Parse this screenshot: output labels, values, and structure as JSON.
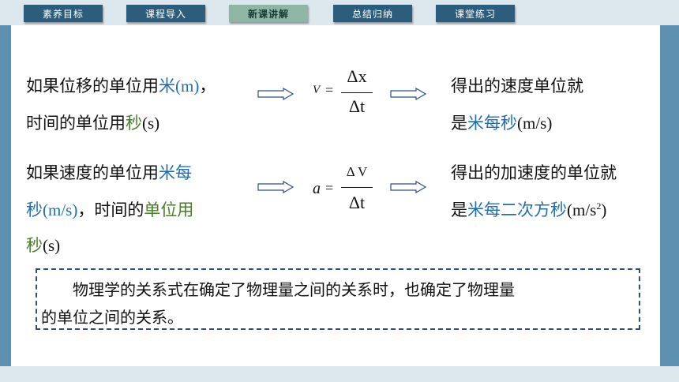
{
  "nav": {
    "tabs": [
      {
        "label": "素养目标"
      },
      {
        "label": "课程导入"
      },
      {
        "label": "新课讲解"
      },
      {
        "label": "总结归纳"
      },
      {
        "label": "课堂练习"
      }
    ]
  },
  "row1": {
    "text_a": "如果位移的单位用",
    "unit_a": "米",
    "unit_a_sym": "(m)",
    "text_a_end": "，",
    "text_b": "时间的单位用",
    "unit_b": "秒",
    "unit_b_sym": "(s)",
    "formula": {
      "lhs": "V",
      "eq": "=",
      "num": "Δx",
      "den": "Δt"
    },
    "result_a": "得出的速度单位就",
    "result_b_prefix": "是",
    "result_b_unit": "米每秒",
    "result_b_sym": "(m/s)"
  },
  "row2": {
    "line1_text": "如果速度的单位用",
    "line1_unit": "米每",
    "line2_unit": "秒",
    "line2_sym": "(m/s)",
    "line2_text": "，时间的",
    "line2_green": "单位用",
    "line3_unit": "秒",
    "line3_sym": "(s)",
    "formula": {
      "lhs": "a",
      "eq": "=",
      "num": "Δ V",
      "den": "Δt"
    },
    "result_a": "得出的加速度的单位就",
    "result_b_prefix": "是",
    "result_b_unit": "米每二次方秒",
    "result_b_sym": "(m/s",
    "result_b_sup": "2",
    "result_b_close": ")"
  },
  "note": {
    "line1": "物理学的关系式在确定了物理量之间的关系时，也确定了物理量",
    "line2": "的单位之间的关系。"
  },
  "colors": {
    "tab_bg": "#2c5d7c",
    "tab_active_bg": "#8fb5a5",
    "unit_blue": "#1f6fb0",
    "unit_green": "#4a7d2a",
    "note_border": "#2f4d80"
  }
}
